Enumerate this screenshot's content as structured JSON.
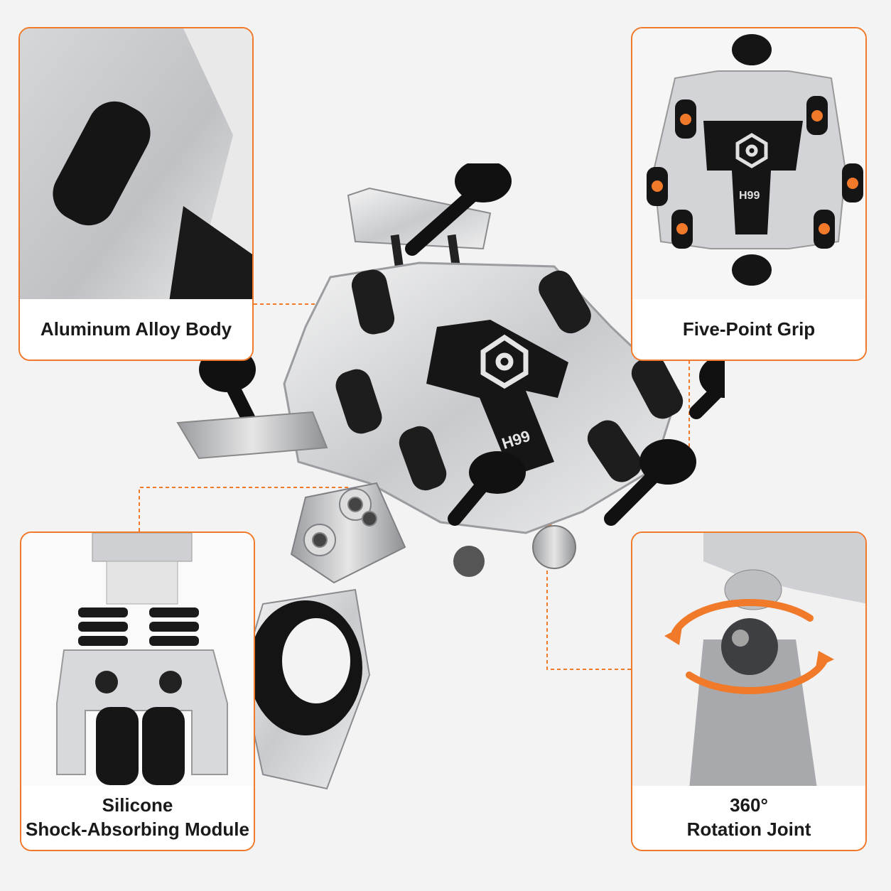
{
  "product": {
    "logo_text": "H99"
  },
  "callouts": [
    {
      "id": "aluminum",
      "lines": [
        "Aluminum Alloy Body"
      ]
    },
    {
      "id": "grip",
      "lines": [
        "Five-Point Grip"
      ]
    },
    {
      "id": "shock",
      "lines": [
        "Silicone",
        "Shock-Absorbing Module"
      ]
    },
    {
      "id": "rotation",
      "lines": [
        "360°",
        "Rotation Joint"
      ]
    }
  ],
  "colors": {
    "accent": "#f07a2a",
    "metal": "#c9cbce",
    "rubber": "#1c1c1c"
  },
  "icons": [
    "h99-logo-icon",
    "rotation-arrows-icon"
  ]
}
